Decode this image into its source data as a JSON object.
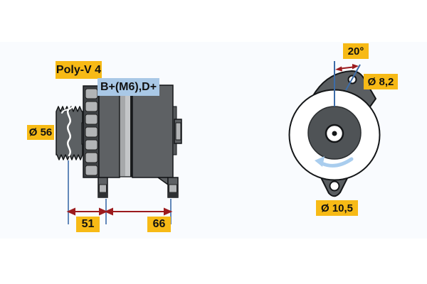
{
  "diagram": {
    "type": "technical-drawing",
    "subject": "alternator-two-view-dimensional-drawing",
    "side_view": {
      "belt_type_label": "Poly-V 4",
      "terminal_label": "B+(M6),D+",
      "pulley_diameter_label": "Ø 56",
      "dim_pulley_to_front_mount": "51",
      "dim_mount_span": "66"
    },
    "front_view": {
      "mount_angle_label": "20°",
      "top_hole_diameter_label": "Ø 8,2",
      "bottom_hole_diameter_label": "Ø 10,5"
    },
    "icons": {
      "belt_profile": "ribbed-belt-cross-section",
      "rotation_arrow": "counterclockwise-curved-arrow"
    },
    "colors": {
      "label_yellow": "#f7ba16",
      "label_blue": "#a9c8e6",
      "dimension_red": "#9c1b1e",
      "centerline_blue": "#3c6ca8",
      "body_dark": "#5e6164",
      "body_light": "#b2b4b6",
      "rotation_arrow_blue": "#a9cdee",
      "panel_tint": "#f9fbfe"
    }
  }
}
